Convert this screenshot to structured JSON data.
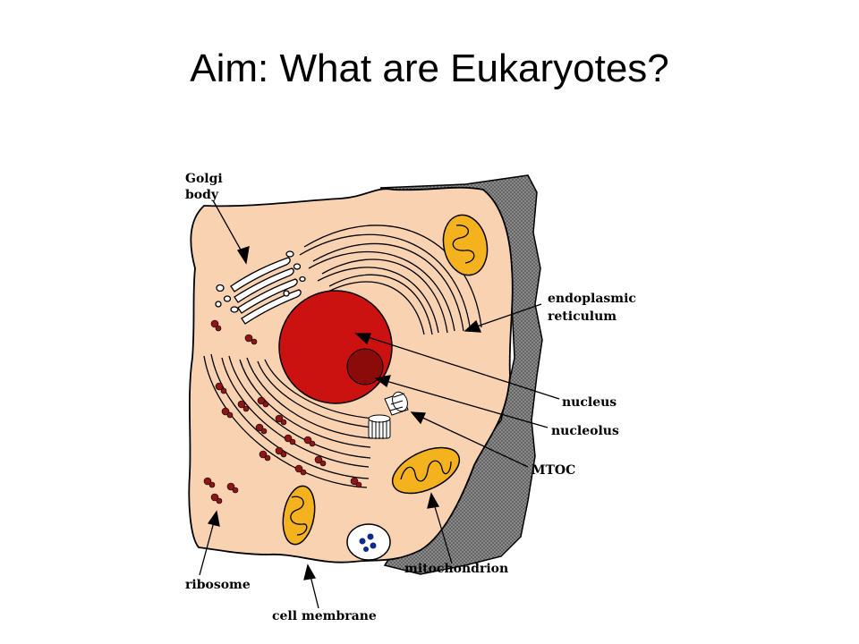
{
  "slide": {
    "title": "Aim: What are Eukaryotes?"
  },
  "diagram": {
    "labels": {
      "golgi_line1": "Golgi",
      "golgi_line2": "body",
      "er_line1": "endoplasmic",
      "er_line2": "reticulum",
      "nucleus": "nucleus",
      "nucleolus": "nucleolus",
      "mtoc": "MTOC",
      "mitochondrion": "mitochondrion",
      "ribosome": "ribosome",
      "cell_membrane": "cell membrane"
    },
    "colors": {
      "cytoplasm": "#f9d3b1",
      "shadow": "#7d7d7d",
      "nucleus": "#cc1111",
      "nucleolus": "#8b0b0b",
      "mitochondrion": "#f5b21f",
      "ribosome": "#8e1616",
      "vacuole_dots": "#0b2a8c"
    }
  }
}
